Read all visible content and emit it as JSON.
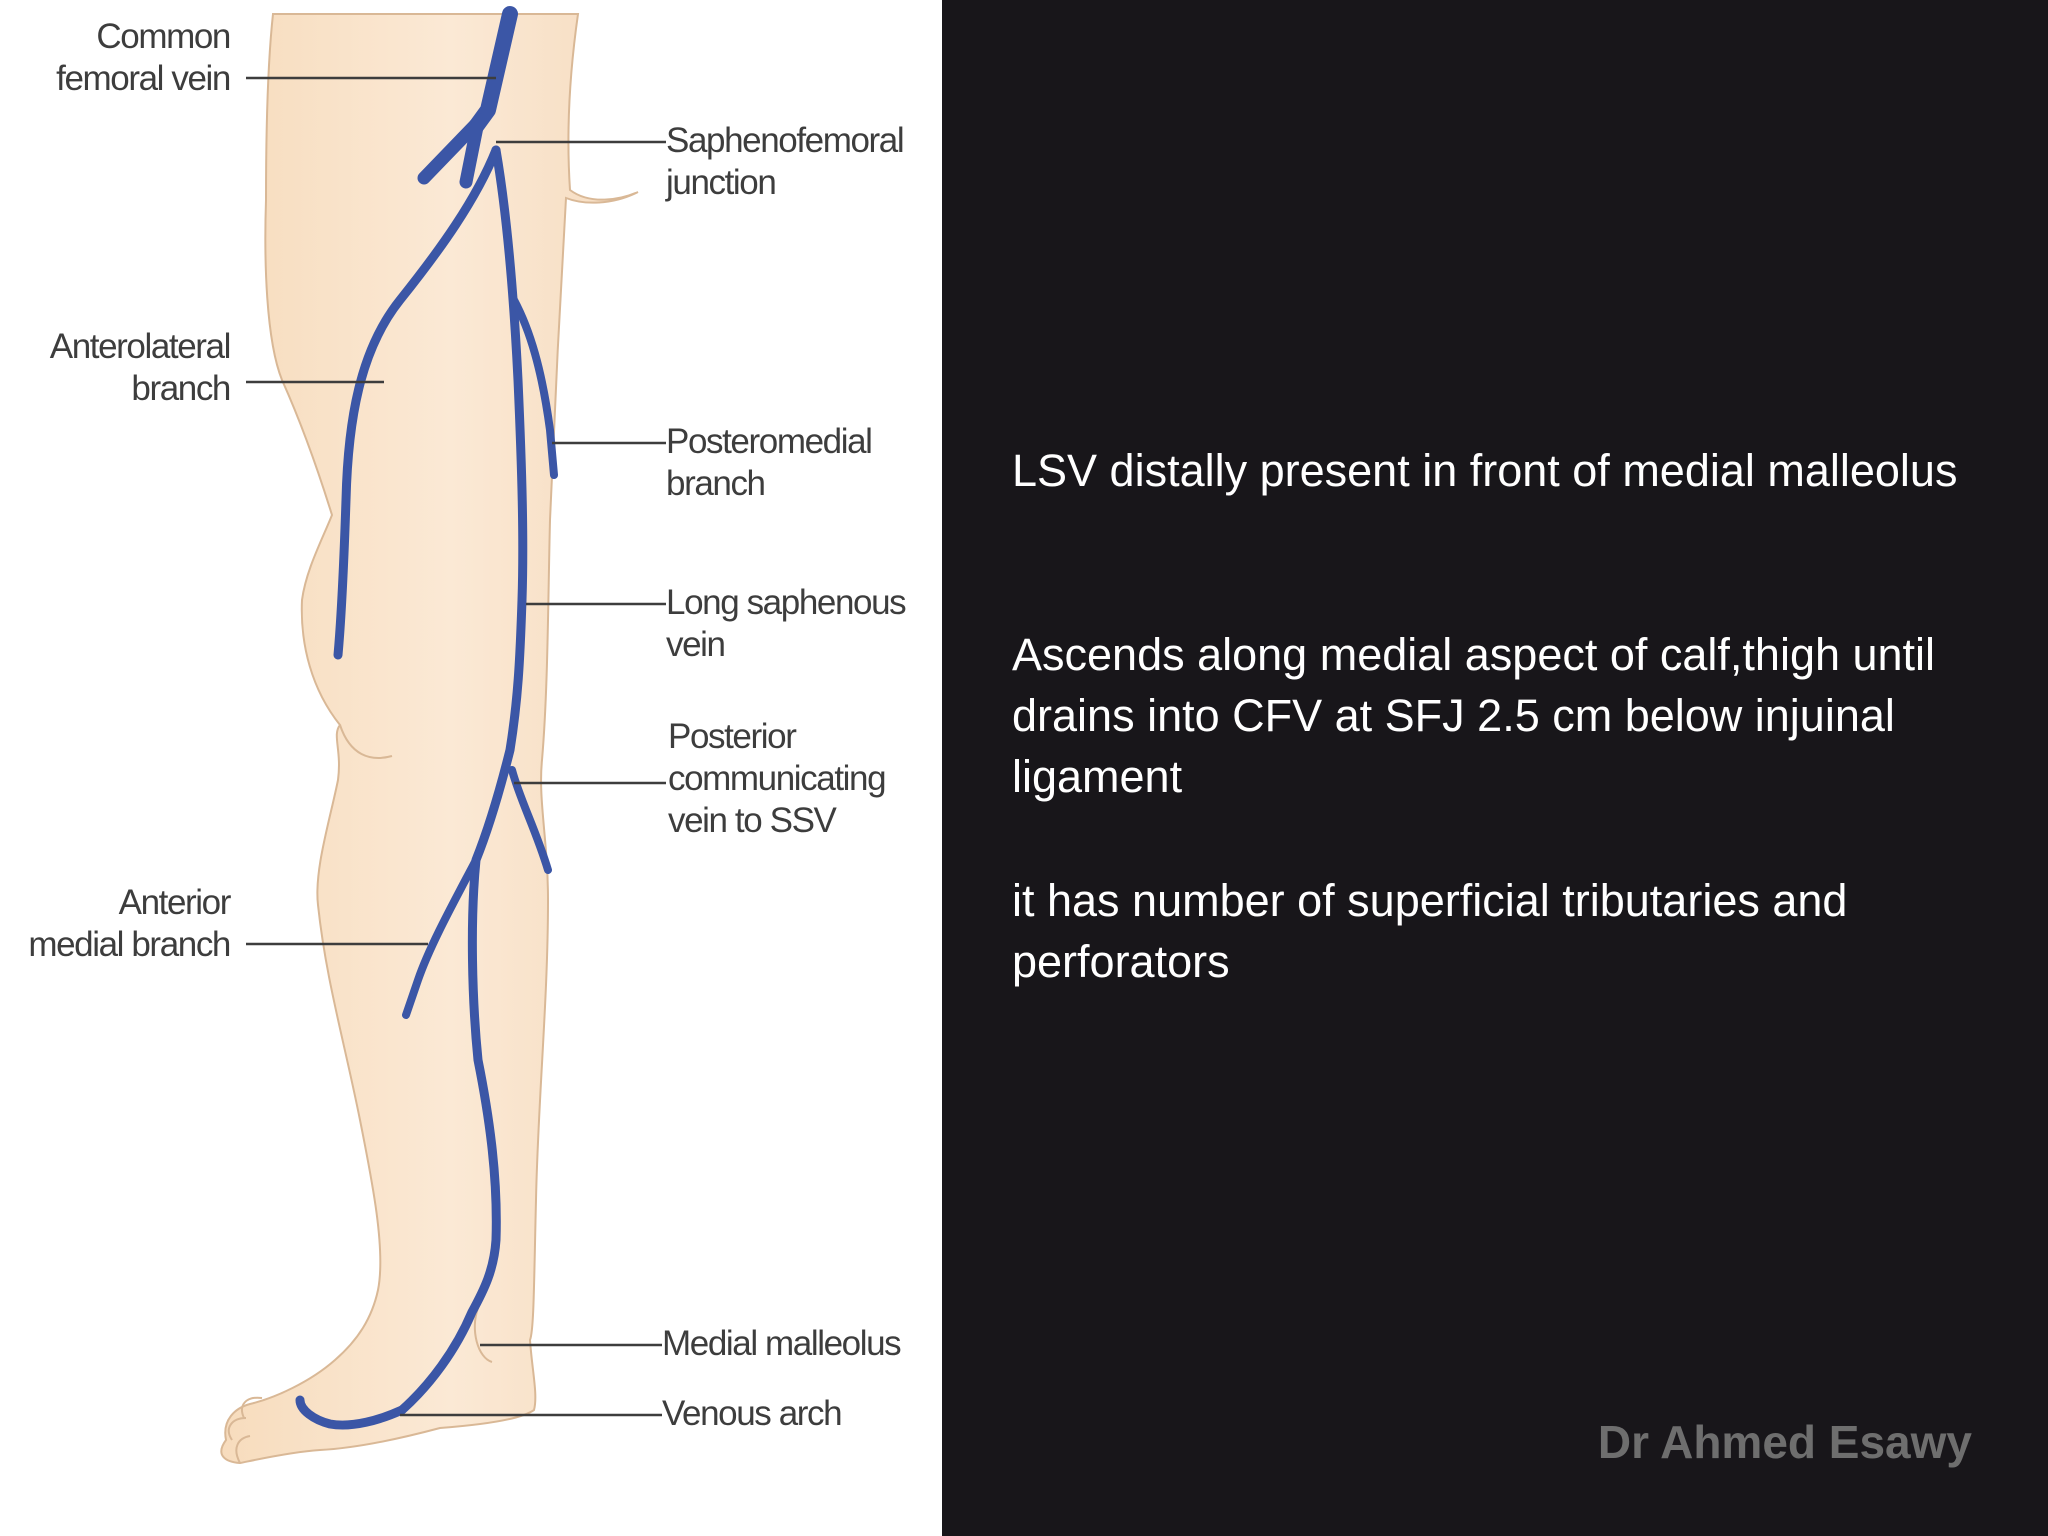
{
  "diagram": {
    "skin_color": "#fae6cf",
    "vein_color": "#3b56a6",
    "labels": {
      "common_femoral_vein": "Common\nfemoral vein",
      "saphenofemoral_junction": "Saphenofemoral\njunction",
      "anterolateral_branch": "Anterolateral\nbranch",
      "posteromedial_branch": "Posteromedial\nbranch",
      "long_saphenous_vein": "Long saphenous\nvein",
      "posterior_communicating_vein": "Posterior\ncommunicating\nvein to SSV",
      "anterior_medial_branch": "Anterior\nmedial branch",
      "medial_malleolus": "Medial malleolus",
      "venous_arch": "Venous arch"
    }
  },
  "text_panel": {
    "paragraphs": [
      "LSV distally present in front of medial malleolus",
      "Ascends along medial aspect of calf,thigh until drains into CFV at SFJ 2.5 cm below injuinal ligament",
      "it has number of superficial tributaries and perforators"
    ],
    "signature": "Dr Ahmed  Esawy"
  }
}
